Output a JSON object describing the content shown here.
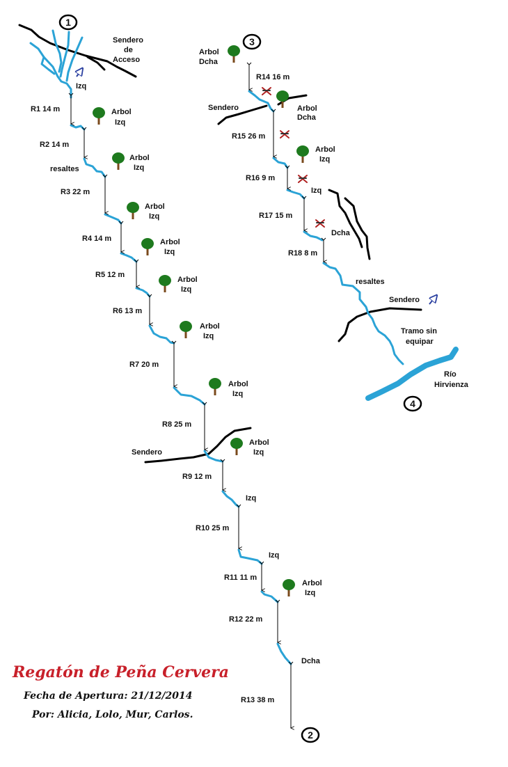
{
  "title": "Regatón de Peña Cervera",
  "fecha": "Fecha de Apertura: 21/12/2014",
  "autores": "Por: Alicia, Lolo, Mur, Carlos.",
  "colors": {
    "stream": "#2ba3d6",
    "path": "#000000",
    "title": "#c8202a",
    "tree_leaf": "#1e7a1e",
    "tree_trunk": "#7a4a1c",
    "arrow": "#2a3fa0"
  },
  "markers": [
    "1",
    "2",
    "3",
    "4"
  ],
  "labels": {
    "sendero_acceso": [
      "Sendero",
      "de",
      "Acceso"
    ],
    "sendero": "Sendero",
    "resaltes": "resaltes",
    "tramo_sin_equipar": [
      "Tramo sin",
      "equipar"
    ],
    "rio": [
      "Río",
      "Hirvienza"
    ]
  },
  "rappels": [
    {
      "name": "R1",
      "length": "14 m"
    },
    {
      "name": "R2",
      "length": "14 m"
    },
    {
      "name": "R3",
      "length": "22 m"
    },
    {
      "name": "R4",
      "length": "14 m"
    },
    {
      "name": "R5",
      "length": "12 m"
    },
    {
      "name": "R6",
      "length": "13 m"
    },
    {
      "name": "R7",
      "length": "20 m"
    },
    {
      "name": "R8",
      "length": "25 m"
    },
    {
      "name": "R9",
      "length": "12 m"
    },
    {
      "name": "R10",
      "length": "25 m"
    },
    {
      "name": "R11",
      "length": "11 m"
    },
    {
      "name": "R12",
      "length": "22 m"
    },
    {
      "name": "R13",
      "length": "38 m"
    },
    {
      "name": "R14",
      "length": "16 m"
    },
    {
      "name": "R15",
      "length": "26 m"
    },
    {
      "name": "R16",
      "length": "9 m"
    },
    {
      "name": "R17",
      "length": "15 m"
    },
    {
      "name": "R18",
      "length": "8 m"
    }
  ],
  "anchors": [
    [
      "Arbol",
      "Izq"
    ],
    [
      "Arbol",
      "Izq"
    ],
    [
      "Arbol",
      "Izq"
    ],
    [
      "Arbol",
      "Izq"
    ],
    [
      "Arbol",
      "Izq"
    ],
    [
      "Arbol",
      "Izq"
    ],
    [
      "Arbol",
      "Izq"
    ],
    [
      "Arbol",
      "Izq"
    ],
    [
      "Arbol",
      "Izq"
    ],
    [
      "Arbol",
      "Dcha"
    ],
    [
      "Arbol",
      "Dcha"
    ],
    [
      "Arbol",
      "Izq"
    ]
  ],
  "sides": [
    "Izq",
    "Izq",
    "Izq",
    "Dcha",
    "Izq",
    "Dcha"
  ]
}
